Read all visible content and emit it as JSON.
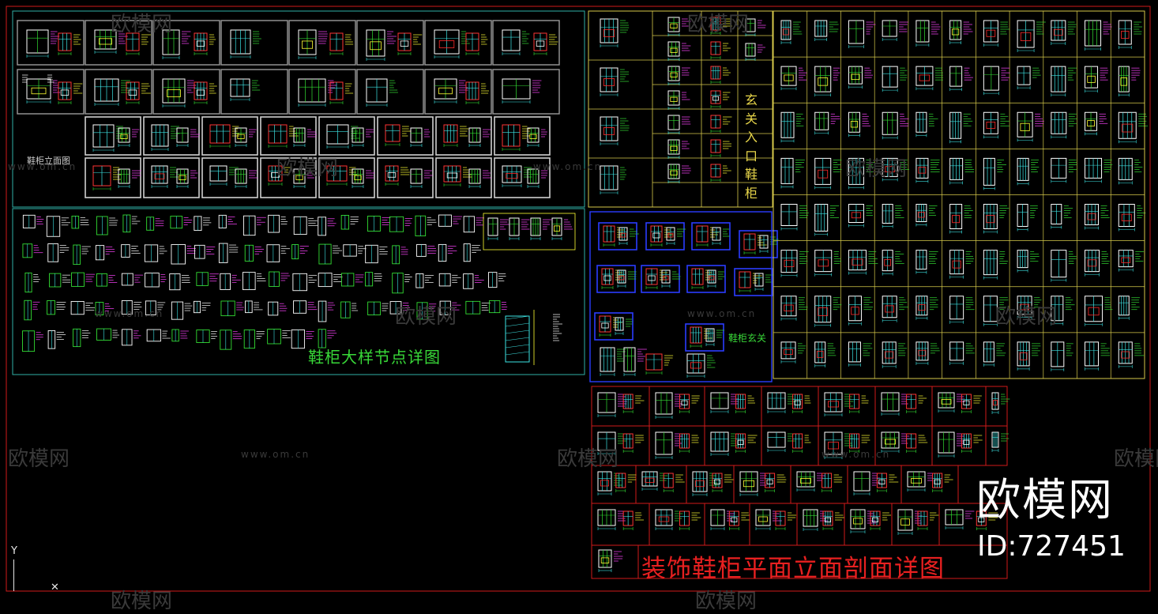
{
  "sheet_labels": {
    "elevation": "鞋柜立面图",
    "node_detail": "鞋柜大样节点详图",
    "entrance_vertical": [
      "玄",
      "关",
      "入",
      "口",
      "鞋",
      "柜"
    ],
    "entrance": "鞋柜玄关",
    "main_title": "装饰鞋柜平面立面剖面详图"
  },
  "watermark": {
    "brand": "欧模网",
    "url": "www.om.cn"
  },
  "brand_overlay": {
    "name": "欧模网",
    "id": "ID:727451"
  },
  "ucs": {
    "y_axis": "Y"
  },
  "colors": {
    "background": "#000000",
    "border_red": "#d01a1a",
    "frame_cyan": "#2fb0a6",
    "frame_yellow": "#d6c94a",
    "frame_blue": "#2a3cff",
    "frame_white": "#e8e8e8",
    "label_green": "#38d838",
    "label_yellow": "#e8d64a",
    "label_red": "#e82020"
  }
}
